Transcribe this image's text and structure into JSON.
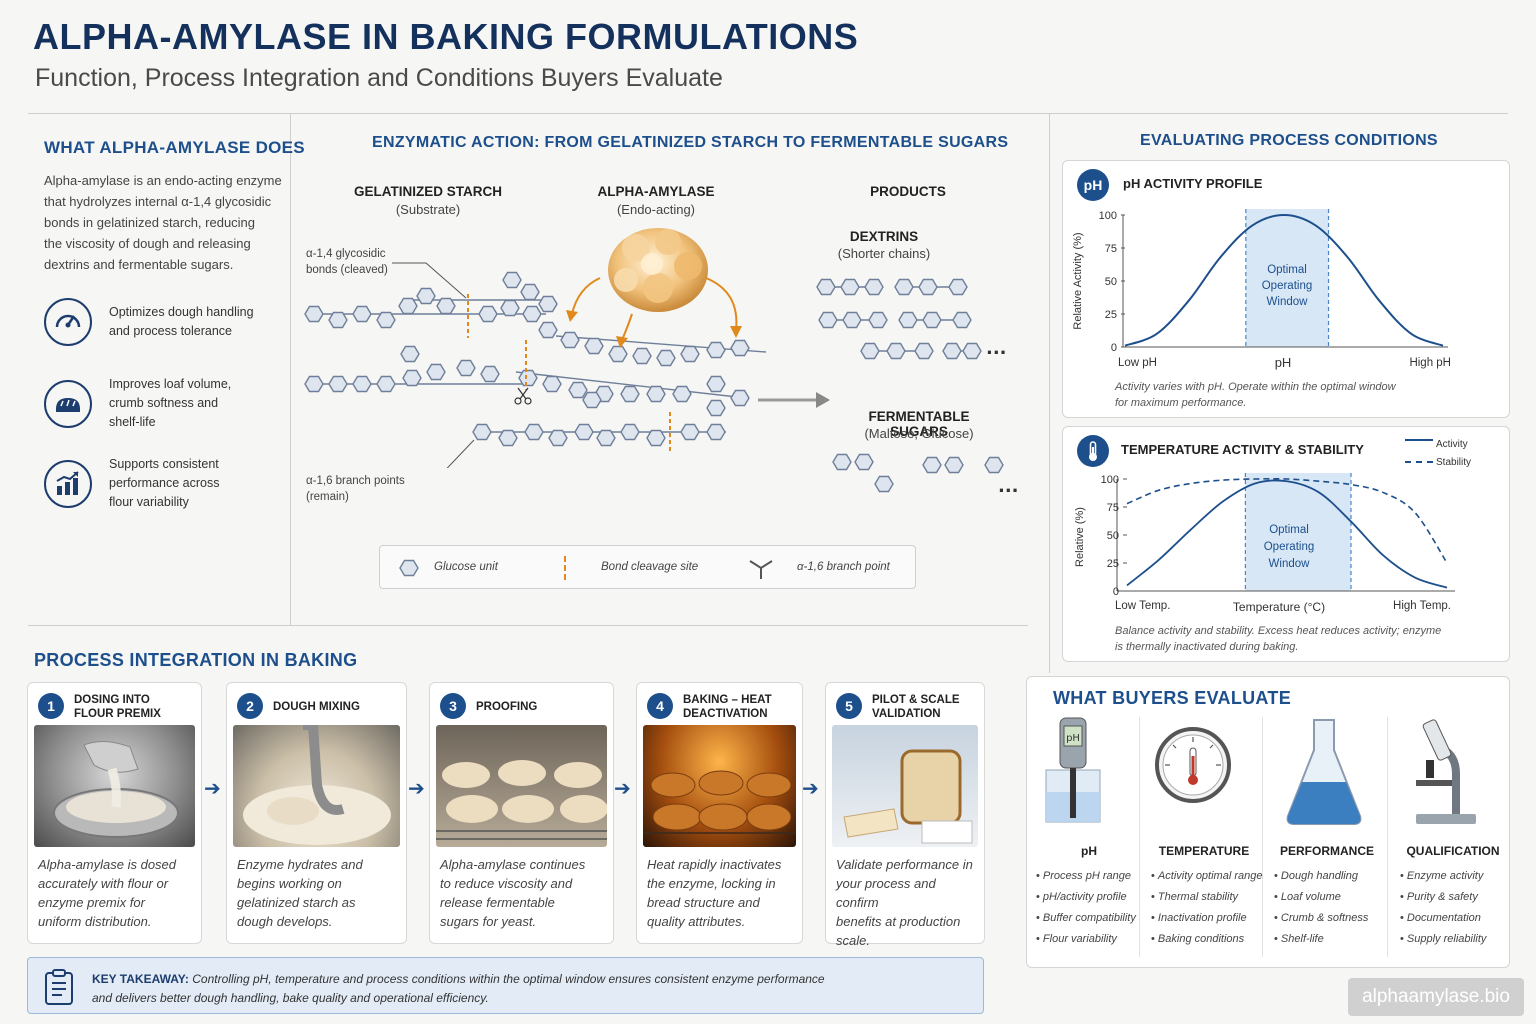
{
  "header": {
    "title": "ALPHA-AMYLASE IN BAKING FORMULATIONS",
    "subtitle": "Function, Process Integration and Conditions Buyers Evaluate"
  },
  "what_does": {
    "title": "WHAT ALPHA-AMYLASE DOES",
    "body_lines": [
      "Alpha-amylase is an endo-acting enzyme",
      "that hydrolyzes internal α-1,4 glycosidic",
      "bonds in gelatinized starch, reducing",
      "the viscosity of dough and releasing",
      "dextrins and fermentable sugars."
    ],
    "benefits": [
      {
        "icon": "gauge-icon",
        "text": "Optimizes dough handling\nand process tolerance"
      },
      {
        "icon": "bread-icon",
        "text": "Improves loaf volume,\ncrumb softness and\nshelf-life"
      },
      {
        "icon": "bar-chart-icon",
        "text": "Supports consistent\nperformance across\nflour variability"
      }
    ]
  },
  "enzymatic": {
    "title": "ENZYMATIC ACTION: FROM GELATINIZED STARCH TO FERMENTABLE SUGARS",
    "col1_head": "GELATINIZED STARCH",
    "col1_sub": "(Substrate)",
    "col2_head": "ALPHA-AMYLASE",
    "col2_sub": "(Endo-acting)",
    "col3_head": "PRODUCTS",
    "bond_label_1": "α-1,4 glycosidic",
    "bond_label_2": "bonds (cleaved)",
    "branch_label_1": "α-1,6 branch points",
    "branch_label_2": "(remain)",
    "dextrins_head": "DEXTRINS",
    "dextrins_sub": "(Shorter chains)",
    "sugars_head": "FERMENTABLE SUGARS",
    "sugars_sub": "(Maltose, Glucose)",
    "ellipsis": "...",
    "legend": {
      "glucose": "Glucose unit",
      "cleavage": "Bond cleavage site",
      "branch": "α-1,6 branch point"
    }
  },
  "conditions": {
    "title": "EVALUATING PROCESS CONDITIONS",
    "ph": {
      "badge": "pH",
      "title": "pH ACTIVITY PROFILE",
      "ylabel": "Relative Activity (%)",
      "yticks": [
        "100",
        "75",
        "50",
        "25",
        "0"
      ],
      "xlabels": [
        "Low pH",
        "pH",
        "High pH"
      ],
      "window": [
        "Optimal",
        "Operating",
        "Window"
      ],
      "caption": "Activity varies with pH. Operate within the optimal window\nfor maximum performance."
    },
    "temp": {
      "title": "TEMPERATURE ACTIVITY & STABILITY",
      "ylabel": "Relative (%)",
      "yticks": [
        "100",
        "75",
        "50",
        "25",
        "0"
      ],
      "xlabels": [
        "Low Temp.",
        "Temperature (°C)",
        "High Temp."
      ],
      "window": [
        "Optimal",
        "Operating",
        "Window"
      ],
      "legend_activity": "Activity",
      "legend_stability": "Stability",
      "caption": "Balance activity and stability. Excess heat reduces activity; enzyme\nis thermally inactivated during baking."
    }
  },
  "chart_data": [
    {
      "type": "line",
      "title": "pH ACTIVITY PROFILE",
      "ylabel": "Relative Activity (%)",
      "ylim": [
        0,
        100
      ],
      "x": [
        0,
        0.1,
        0.2,
        0.3,
        0.4,
        0.5,
        0.6,
        0.7,
        0.8,
        0.9,
        1.0
      ],
      "series": [
        {
          "values": [
            1,
            10,
            35,
            68,
            92,
            100,
            92,
            68,
            35,
            10,
            1
          ]
        }
      ],
      "window": [
        0.38,
        0.64
      ]
    },
    {
      "type": "line",
      "title": "TEMPERATURE ACTIVITY & STABILITY",
      "ylabel": "Relative (%)",
      "ylim": [
        0,
        100
      ],
      "x": [
        0,
        0.1,
        0.2,
        0.3,
        0.4,
        0.5,
        0.6,
        0.7,
        0.8,
        0.9,
        1.0
      ],
      "series": [
        {
          "name": "Activity",
          "values": [
            5,
            28,
            55,
            80,
            96,
            98,
            88,
            62,
            32,
            12,
            3
          ]
        },
        {
          "name": "Stability",
          "values": [
            78,
            90,
            96,
            99,
            100,
            100,
            98,
            95,
            88,
            70,
            25
          ]
        }
      ],
      "window": [
        0.37,
        0.7
      ]
    }
  ],
  "process": {
    "title": "PROCESS INTEGRATION IN BAKING",
    "steps": [
      {
        "num": "1",
        "title": "DOSING INTO\nFLOUR PREMIX",
        "desc": "Alpha-amylase is dosed\naccurately with flour or\nenzyme premix for\nuniform distribution."
      },
      {
        "num": "2",
        "title": "DOUGH MIXING",
        "desc": "Enzyme hydrates and\nbegins working on\ngelatinized starch as\ndough develops."
      },
      {
        "num": "3",
        "title": "PROOFING",
        "desc": "Alpha-amylase continues\nto reduce viscosity and\nrelease fermentable\nsugars for yeast."
      },
      {
        "num": "4",
        "title": "BAKING – HEAT\nDEACTIVATION",
        "desc": "Heat rapidly inactivates\nthe enzyme, locking in\nbread structure and\nquality attributes."
      },
      {
        "num": "5",
        "title": "PILOT & SCALE\nVALIDATION",
        "desc": "Validate performance in\nyour process and confirm\nbenefits at production\nscale."
      }
    ],
    "takeaway_label": "KEY TAKEAWAY:",
    "takeaway_line1": "Controlling pH, temperature and process conditions within the optimal window ensures consistent enzyme performance",
    "takeaway_line2": "and delivers better dough handling, bake quality and operational efficiency."
  },
  "buyers": {
    "title": "WHAT BUYERS EVALUATE",
    "columns": [
      {
        "icon": "ph-meter-icon",
        "title": "pH",
        "items": [
          "Process pH range",
          "pH/activity profile",
          "Buffer compatibility",
          "Flour variability"
        ]
      },
      {
        "icon": "thermometer-icon",
        "title": "TEMPERATURE",
        "items": [
          "Activity optimal range",
          "Thermal stability",
          "Inactivation profile",
          "Baking conditions"
        ]
      },
      {
        "icon": "flask-icon",
        "title": "PERFORMANCE",
        "items": [
          "Dough handling",
          "Loaf volume",
          "Crumb & softness",
          "Shelf-life"
        ]
      },
      {
        "icon": "microscope-icon",
        "title": "QUALIFICATION",
        "items": [
          "Enzyme activity",
          "Purity & safety",
          "Documentation",
          "Supply reliability"
        ]
      }
    ]
  },
  "watermark": "alphaamylase.bio",
  "colors": {
    "navy": "#14305c",
    "accent": "#1d4f8c",
    "orange": "#e08a1e",
    "window": "#d7e7f6"
  }
}
